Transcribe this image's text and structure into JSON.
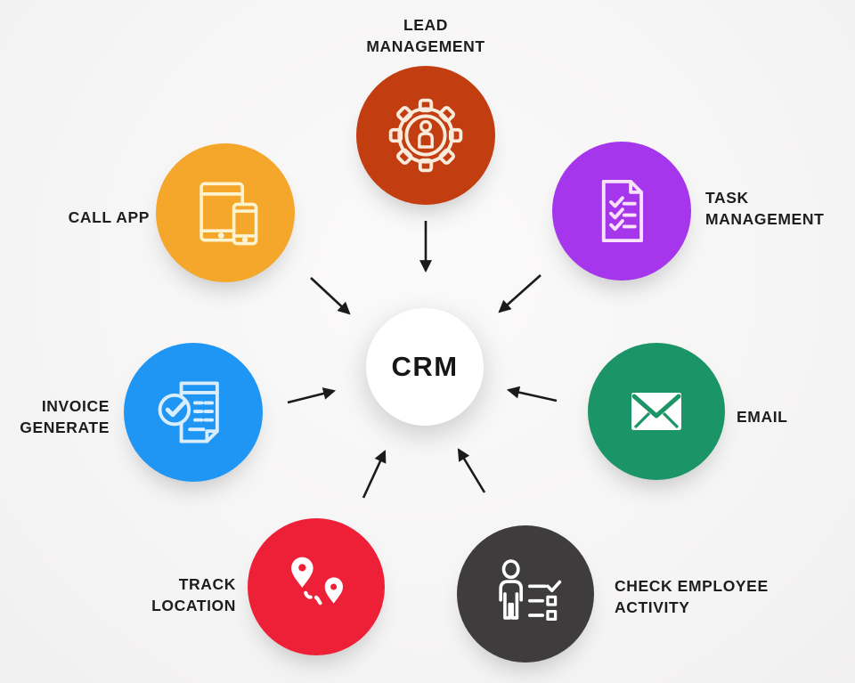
{
  "diagram": {
    "title": "CRM feature diagram",
    "center": {
      "label": "CRM",
      "bg": "#ffffff",
      "text_color": "#161616"
    },
    "label_text_color": "#1d1d1d",
    "arrow_color": "#1b1b1b",
    "nodes": [
      {
        "id": "lead-management",
        "lines": [
          "LEAD",
          "MANAGEMENT"
        ],
        "color": "#C23D10",
        "icon_color": "#F8EBDB",
        "icon": "gear-person-icon"
      },
      {
        "id": "task-management",
        "lines": [
          "TASK",
          "MANAGEMENT"
        ],
        "color": "#A536EB",
        "icon_color": "#F9E2FA",
        "icon": "checklist-document-icon"
      },
      {
        "id": "email",
        "lines": [
          "EMAIL"
        ],
        "color": "#1B9467",
        "icon_color": "#FFFFFF",
        "icon": "envelope-icon"
      },
      {
        "id": "check-employee-activity",
        "lines": [
          "CHECK EMPLOYEE",
          "ACTIVITY"
        ],
        "color": "#3F3C3D",
        "icon_color": "#FFFFFF",
        "icon": "employee-checklist-icon"
      },
      {
        "id": "track-location",
        "lines": [
          "TRACK",
          "LOCATION"
        ],
        "color": "#EE2038",
        "icon_color": "#FFFFFF",
        "icon": "map-pins-route-icon"
      },
      {
        "id": "invoice-generate",
        "lines": [
          "INVOICE",
          "GENERATE"
        ],
        "color": "#1F96F4",
        "icon_color": "#D9EDFC",
        "icon": "invoice-check-icon"
      },
      {
        "id": "call-app",
        "lines": [
          "CALL APP"
        ],
        "color": "#F5A72B",
        "icon_color": "#FCF3CF",
        "icon": "tablet-phone-icon"
      }
    ]
  }
}
